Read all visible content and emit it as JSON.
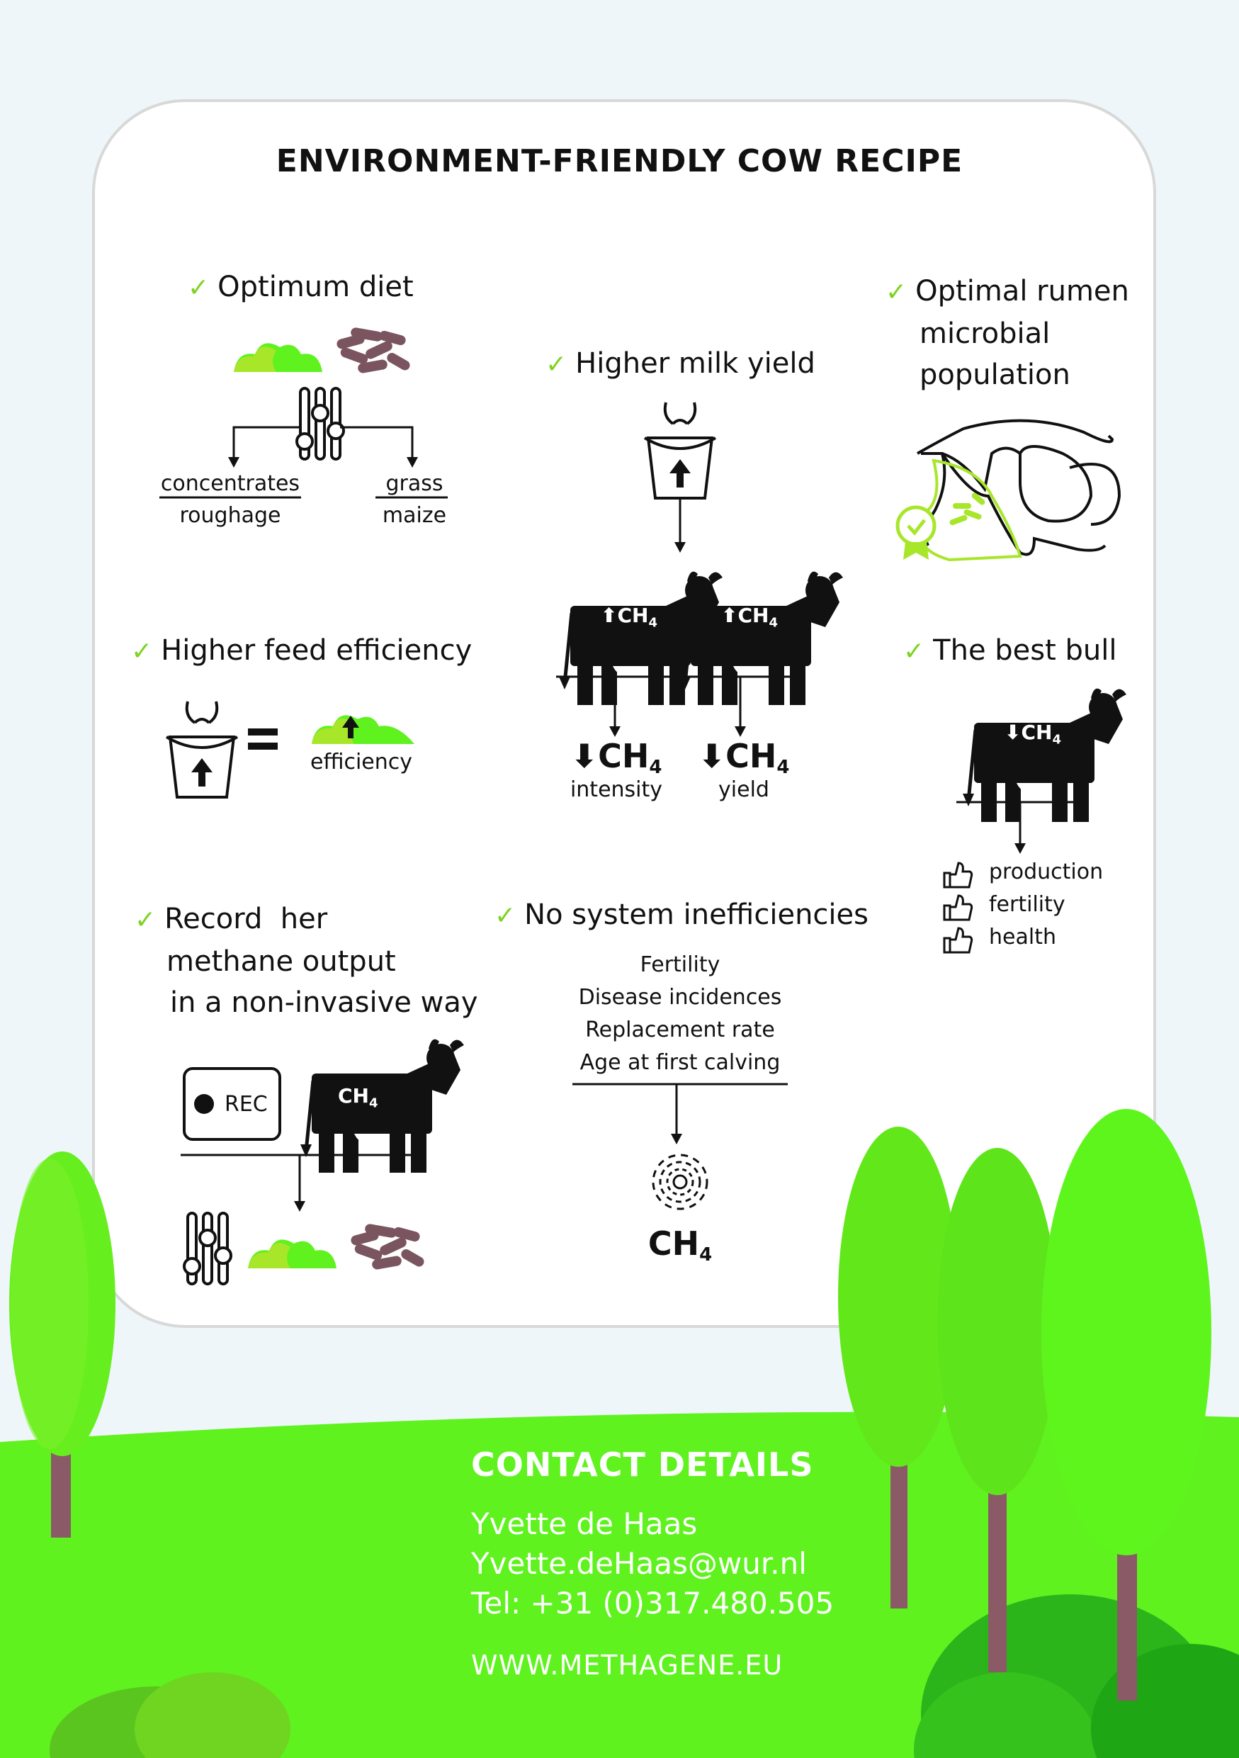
{
  "title": "ENVIRONMENT-FRIENDLY COW RECIPE",
  "colors": {
    "background": "#eef6f9",
    "card": "#ffffff",
    "accent": "#7ed321",
    "grass": "#5ff21f",
    "tree": "#66ee1e",
    "trunk": "#8a5a66",
    "pellet": "#7a5560"
  },
  "sections": {
    "diet": {
      "heading": "Optimum diet",
      "left_top": "concentrates",
      "left_bottom": "roughage",
      "right_top": "grass",
      "right_bottom": "maize"
    },
    "milk": {
      "heading": "Higher milk yield"
    },
    "rumen": {
      "heading_lines": [
        "Optimal rumen",
        "microbial",
        "population"
      ]
    },
    "feed": {
      "heading": "Higher feed efficiency",
      "efficiency_label": "efficiency"
    },
    "ch4_results": {
      "intensity_chem": "CH",
      "intensity_label": "intensity",
      "yield_chem": "CH",
      "yield_label": "yield",
      "subscript": "4"
    },
    "bull": {
      "heading": "The best bull",
      "traits": [
        "production",
        "fertility",
        "health"
      ]
    },
    "record": {
      "heading_lines": [
        "Record  her",
        "methane output",
        "in a non-invasive way"
      ],
      "rec_label": "REC"
    },
    "system": {
      "heading": "No system inefficiencies",
      "items": [
        "Fertility",
        "Disease incidences",
        "Replacement rate",
        "Age at first calving"
      ],
      "result_chem": "CH",
      "subscript": "4"
    }
  },
  "icons": [
    "check-icon",
    "grass-icon",
    "pellets-icon",
    "slider-icon",
    "bucket-icon",
    "cow-icon",
    "rumen-icon",
    "thumbs-up-icon",
    "emission-icon",
    "rec-icon",
    "tree-icon"
  ],
  "cow_label": "CH",
  "contact": {
    "heading": "CONTACT DETAILS",
    "name": "Yvette de Haas",
    "email": "Yvette.deHaas@wur.nl",
    "phone": "Tel: +31 (0)317.480.505",
    "website": "WWW.METHAGENE.EU"
  }
}
